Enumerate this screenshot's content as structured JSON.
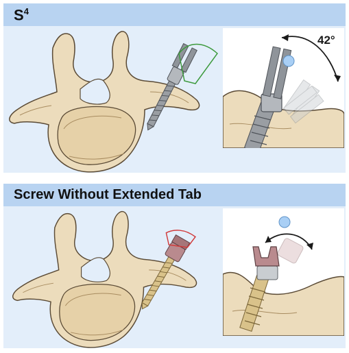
{
  "panels": [
    {
      "title_base": "S",
      "title_sup": "4",
      "angle_label": "42°"
    },
    {
      "title": "Screw Without Extended Tab"
    }
  ],
  "colors": {
    "panel_bg": "#e3eefa",
    "header_bg": "#b8d3f1",
    "bone": "#ecdcbc",
    "bone_outline": "#5a4a35",
    "screw_gray": "#9a9ea3",
    "screw_gold": "#d9c28a",
    "head_pink": "#b98a8e",
    "guide_green": "#3d9a3d",
    "guide_red": "#d03a3a",
    "rotation_dot": "#a9cff5"
  }
}
